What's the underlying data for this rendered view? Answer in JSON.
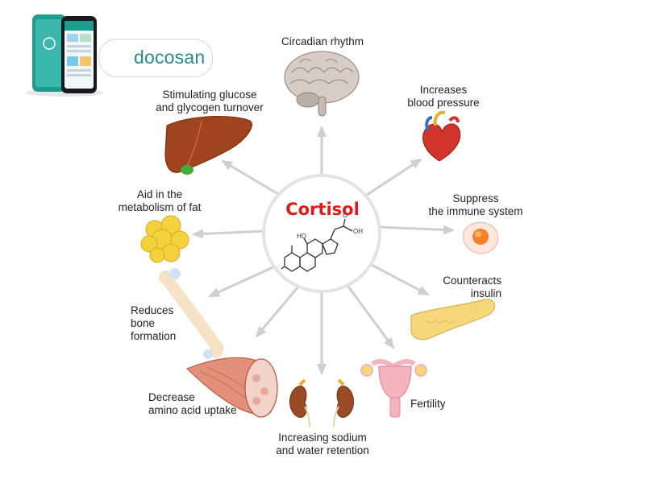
{
  "brand": {
    "name": "docosan"
  },
  "center": {
    "title": "Cortisol",
    "formula_labels": {
      "oh1": "HO",
      "oh2": "OH",
      "o": "O"
    }
  },
  "effects": {
    "circadian": {
      "lines": [
        "Circadian rhythm"
      ]
    },
    "glucose": {
      "lines": [
        "Stimulating glucose",
        "and glycogen turnover"
      ]
    },
    "blood_pressure": {
      "lines": [
        "Increases",
        "blood pressure"
      ]
    },
    "fat": {
      "lines": [
        "Aid in the",
        "metabolism of fat"
      ]
    },
    "immune": {
      "lines": [
        "Suppress",
        "the immune system"
      ]
    },
    "insulin": {
      "lines": [
        "Counteracts",
        "insulin"
      ]
    },
    "bone": {
      "lines": [
        "Reduces",
        "bone",
        "formation"
      ]
    },
    "amino": {
      "lines": [
        "Decrease",
        "amino acid uptake"
      ]
    },
    "fertility": {
      "lines": [
        "Fertility"
      ]
    },
    "sodium": {
      "lines": [
        "Increasing sodium",
        "and water retention"
      ]
    }
  },
  "colors": {
    "arrow": "#cfcfcf",
    "circle_border": "#e3e3e3",
    "title": "#d91c1c",
    "brand": "#2e8a88",
    "liver": "#a0431f",
    "fat": "#f5d23d",
    "muscle": "#e2907a",
    "kidney": "#9a4a24",
    "uterus": "#f3b3bf",
    "pancreas": "#f6d77a"
  }
}
